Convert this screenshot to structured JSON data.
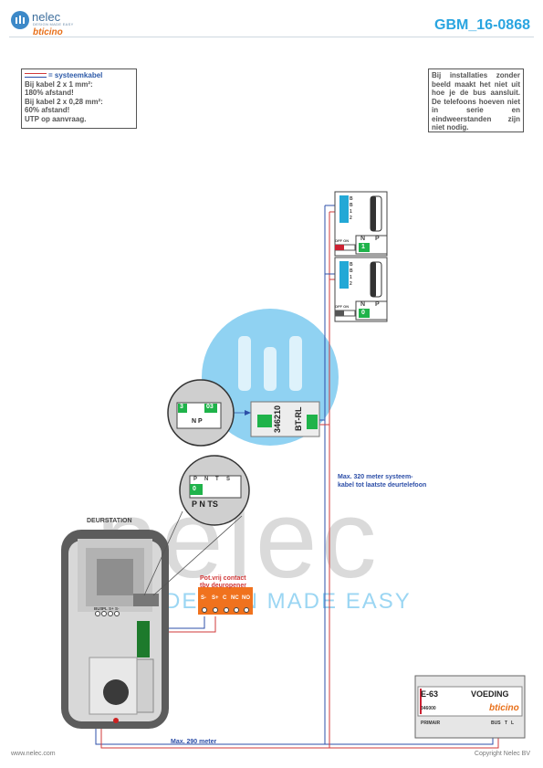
{
  "header": {
    "logo_word": "nelec",
    "logo_tagline": "DESIGN MADE EASY",
    "logo_brand": "bticino",
    "doc_code": "GBM_16-0868"
  },
  "notes": {
    "left": [
      "= systeemkabel",
      "Bij kabel 2 x 1 mm²:",
      "180% afstand!",
      "Bij kabel 2 x 0,28 mm²:",
      "60% afstand!",
      "UTP op aanvraag."
    ],
    "right": "Bij installaties zonder beeld maakt het niet uit hoe je de bus aansluit. De telefoons hoeven niet in serie en eindweerstanden zijn niet nodig."
  },
  "labels": {
    "deurstation": "DEURSTATION",
    "potvrij_1": "Pot.vrij contact",
    "potvrij_2": "tbv deuropener",
    "max320_1": "Max. 320 meter systeem-",
    "max320_2": "kabel tot laatste deurtelefoon",
    "max290": "Max. 290 meter"
  },
  "relay_terminals": [
    "S-",
    "S+",
    "C",
    "NC",
    "NO"
  ],
  "zoom_pnts": {
    "top": [
      "P",
      "N",
      "T",
      "S"
    ],
    "values": [
      "0",
      "",
      "",
      ""
    ],
    "bottom": "P N TS"
  },
  "zoom_module": {
    "top_left": "3",
    "top_right": "03",
    "bottom": "N P"
  },
  "module": {
    "code": "346210",
    "brand": "BT-RL"
  },
  "door_terminals": [
    "BUS",
    "PL",
    "S+",
    "S-"
  ],
  "phones": [
    {
      "terminals": [
        "B",
        "B",
        "1",
        "2"
      ],
      "switch_label": "OFF ON",
      "n_label": "N",
      "p_label": "P",
      "value": "1"
    },
    {
      "terminals": [
        "B",
        "B",
        "1",
        "2"
      ],
      "switch_label": "OFF ON",
      "n_label": "N",
      "p_label": "P",
      "value": "0"
    }
  ],
  "power": {
    "model": "E-63",
    "title": "VOEDING",
    "code": "346000",
    "brand": "bticino",
    "primair": "PRIMAIR",
    "bus": "BUS",
    "bus_t": "T",
    "bus_l": "L"
  },
  "watermark": {
    "text": "nelec",
    "tagline": "DESIGN MADE EASY"
  },
  "footer": {
    "left": "www.nelec.com",
    "right": "Copyright Nelec BV"
  },
  "colors": {
    "accent": "#2aa5e0",
    "logo_blue": "#3d6e9c",
    "brand_orange": "#e8701a",
    "cable_blue": "#2d4fa8",
    "cable_red": "#d23a3a",
    "relay_orange": "#f0721e",
    "green": "#1fb34a"
  }
}
